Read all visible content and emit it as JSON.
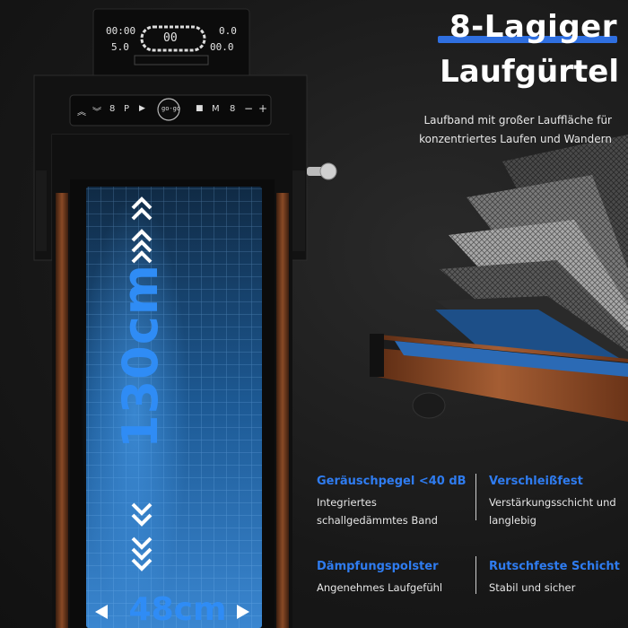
{
  "headline": {
    "line1": "8-Lagiger",
    "line2": "Laufgürtel"
  },
  "intro": {
    "line1": "Laufband mit großer Lauffläche für",
    "line2": "konzentriertes Laufen und Wandern"
  },
  "features": [
    {
      "title": "Geräuschpegel <40 dB",
      "desc_line1": "Integriertes",
      "desc_line2": "schallgedämmtes Band"
    },
    {
      "title": "Verschleißfest",
      "desc_line1": "Verstärkungsschicht und",
      "desc_line2": "langlebig"
    },
    {
      "title": "Dämpfungspolster",
      "desc_line1": "Angenehmes Laufgefühl",
      "desc_line2": ""
    },
    {
      "title": "Rutschfeste Schicht",
      "desc_line1": "Stabil und sicher",
      "desc_line2": ""
    }
  ],
  "dimensions": {
    "length": "130cm",
    "width": "48cm"
  },
  "console": {
    "display_top_left": "00:00",
    "display_center": "00",
    "display_top_right": "0.0",
    "display_bottom_left": "5.0",
    "display_bottom_right": "00.0",
    "panel_speed_value": "8",
    "panel_p": "P",
    "panel_m": "M",
    "panel_speed_right": "8",
    "panel_dial": "go-go"
  },
  "colors": {
    "accent_blue": "#2f7cf0",
    "wood": "#7a3f1f",
    "belt_blue": "#1c4f86"
  }
}
